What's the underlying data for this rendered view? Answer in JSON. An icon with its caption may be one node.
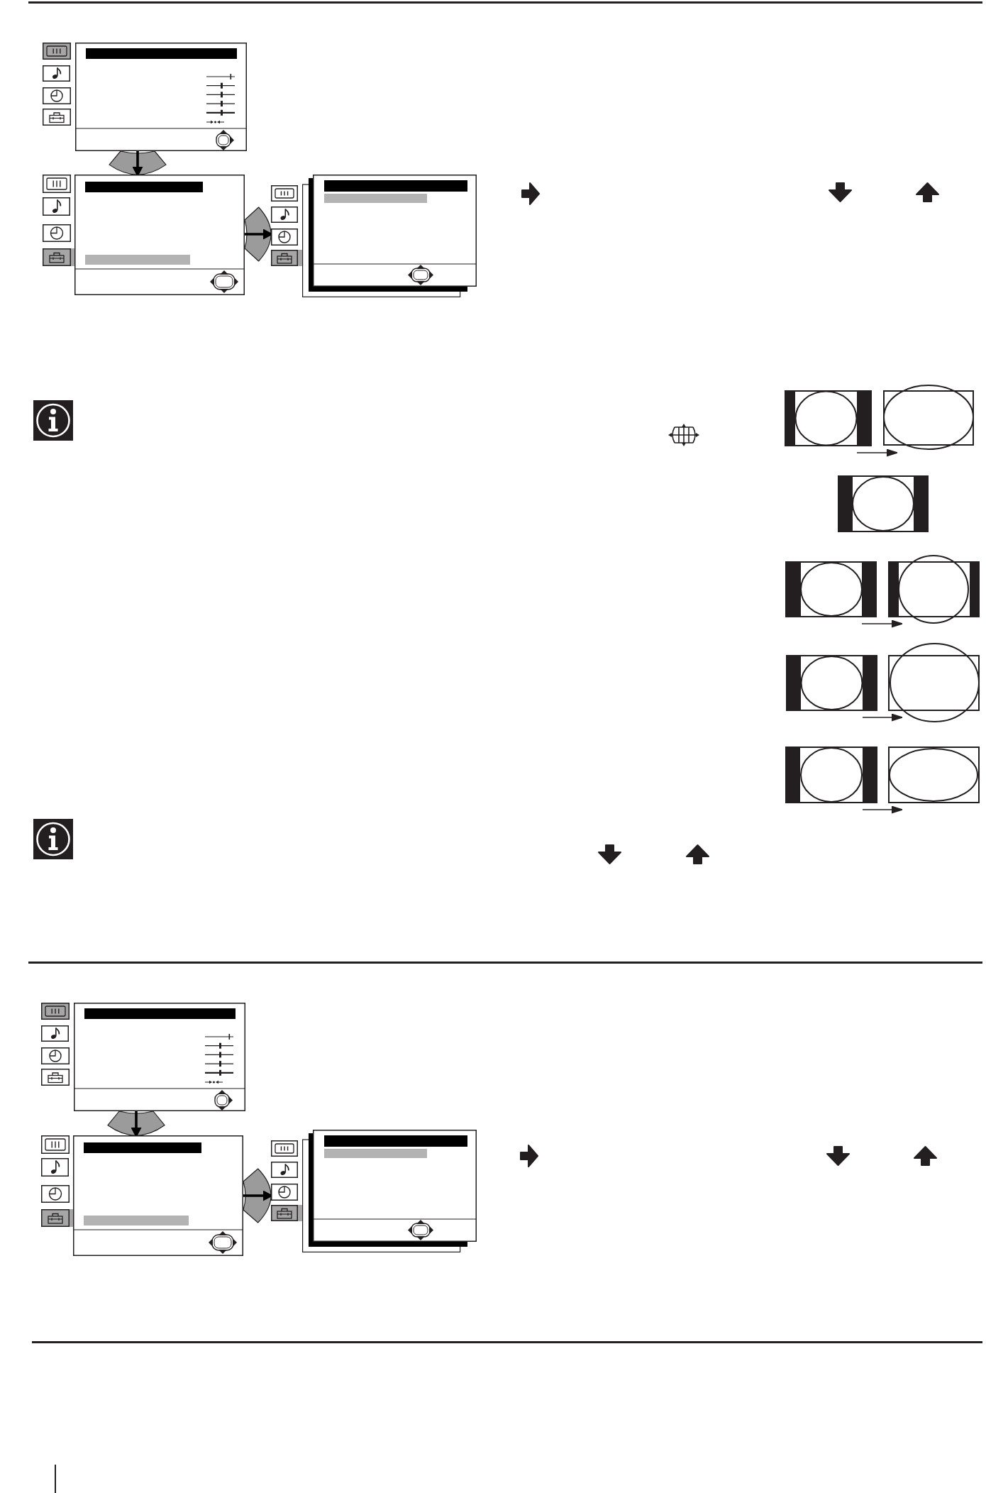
{
  "diagram": {
    "nodes": [
      {
        "text": [],
        "shape": "picture"
      },
      {
        "text": [],
        "shape": "picture"
      },
      {
        "text": [],
        "shape": "picture"
      },
      {
        "text": [],
        "shape": "picture"
      },
      {
        "text": [],
        "shape": "picture"
      },
      {
        "text": [],
        "shape": "picture"
      },
      {
        "text": [],
        "shape": "picture"
      },
      {
        "text": [],
        "shape": "picture"
      },
      {
        "text": [],
        "shape": "picture"
      },
      {
        "text": [],
        "shape": "picture"
      },
      {
        "text": [],
        "shape": "picture"
      },
      {
        "text": [],
        "shape": "box"
      },
      {
        "text": [],
        "shape": "picture"
      },
      {
        "text": [],
        "shape": "picture"
      },
      {
        "text": [],
        "shape": "picture"
      }
    ],
    "edges": [
      {
        "from": 0,
        "to": 1,
        "arrow": "to"
      },
      {
        "from": 1,
        "to": 2,
        "arrow": "to"
      },
      {
        "from": 3,
        "to": 4,
        "arrow": "to"
      },
      {
        "from": 6,
        "to": 7,
        "arrow": "to"
      },
      {
        "from": 8,
        "to": 9,
        "arrow": "to"
      },
      {
        "from": 10,
        "to": 11,
        "arrow": "to"
      },
      {
        "from": 12,
        "to": 13,
        "arrow": "to"
      },
      {
        "from": 13,
        "to": 14,
        "arrow": "to"
      }
    ]
  }
}
